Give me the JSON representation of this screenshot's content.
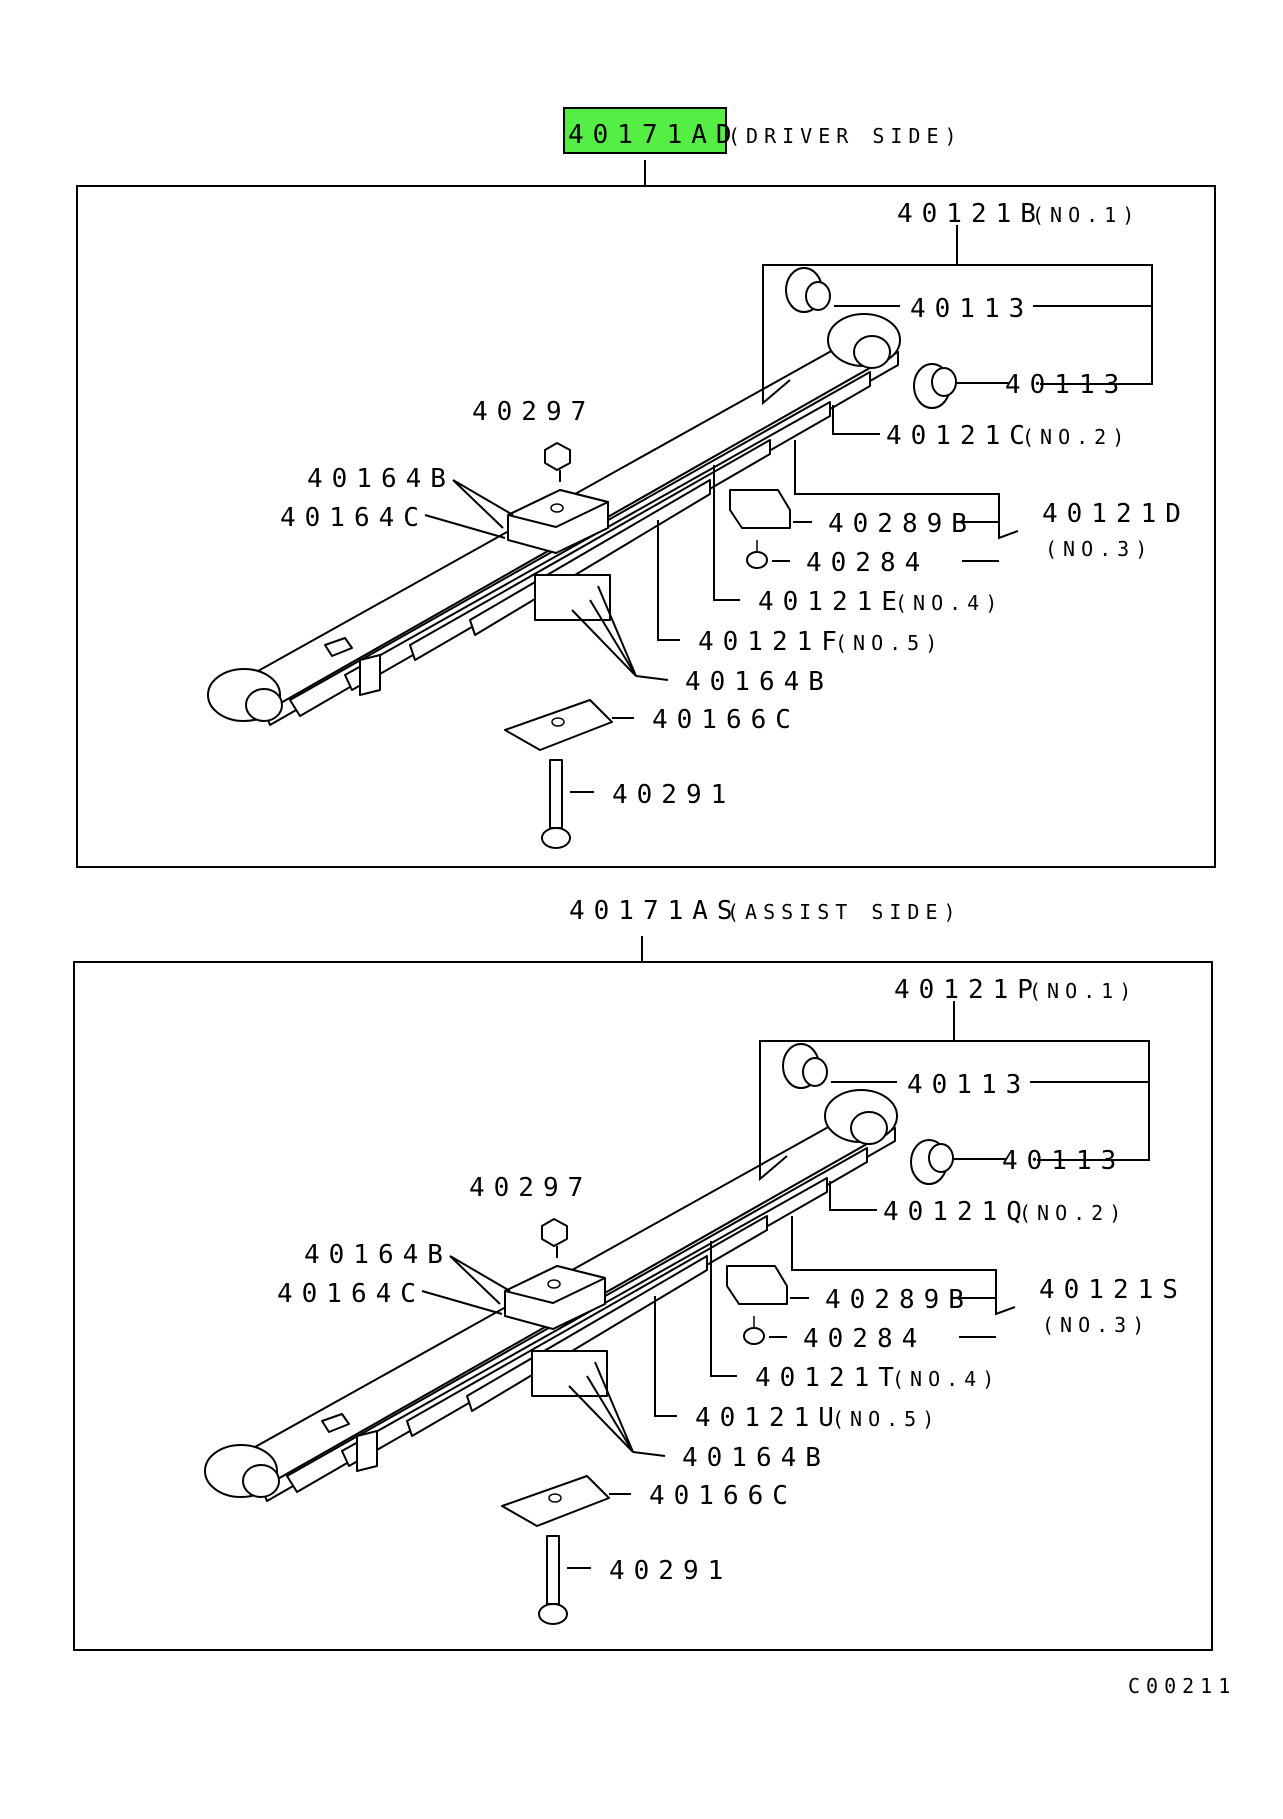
{
  "highlight_color": "#55ee44",
  "figure_code": "C00211",
  "panels": [
    {
      "id": "driver",
      "assembly_number": "40171AD",
      "assembly_side": "(DRIVER SIDE)",
      "labels": {
        "leaf_no1": "40121B",
        "leaf_no1_suffix": "(NO.1)",
        "bushing_upper": "40113",
        "bushing_lower": "40113",
        "leaf_no2": "40121C",
        "leaf_no2_suffix": "(NO.2)",
        "nut": "40297",
        "pad_a": "40164B",
        "pad_c": "40164C",
        "clip": "40289B",
        "rivet": "40284",
        "leaf_no3": "40121D",
        "leaf_no3_suffix": "(NO.3)",
        "leaf_no4": "40121E",
        "leaf_no4_suffix": "(NO.4)",
        "leaf_no5": "40121F",
        "leaf_no5_suffix": "(NO.5)",
        "pad_b": "40164B",
        "plate": "40166C",
        "bolt": "40291"
      }
    },
    {
      "id": "assist",
      "assembly_number": "40171AS",
      "assembly_side": "(ASSIST SIDE)",
      "labels": {
        "leaf_no1": "40121P",
        "leaf_no1_suffix": "(NO.1)",
        "bushing_upper": "40113",
        "bushing_lower": "40113",
        "leaf_no2": "40121Q",
        "leaf_no2_suffix": "(NO.2)",
        "nut": "40297",
        "pad_a": "40164B",
        "pad_c": "40164C",
        "clip": "40289B",
        "rivet": "40284",
        "leaf_no3": "40121S",
        "leaf_no3_suffix": "(NO.3)",
        "leaf_no4": "40121T",
        "leaf_no4_suffix": "(NO.4)",
        "leaf_no5": "40121U",
        "leaf_no5_suffix": "(NO.5)",
        "pad_b": "40164B",
        "plate": "40166C",
        "bolt": "40291"
      }
    }
  ]
}
